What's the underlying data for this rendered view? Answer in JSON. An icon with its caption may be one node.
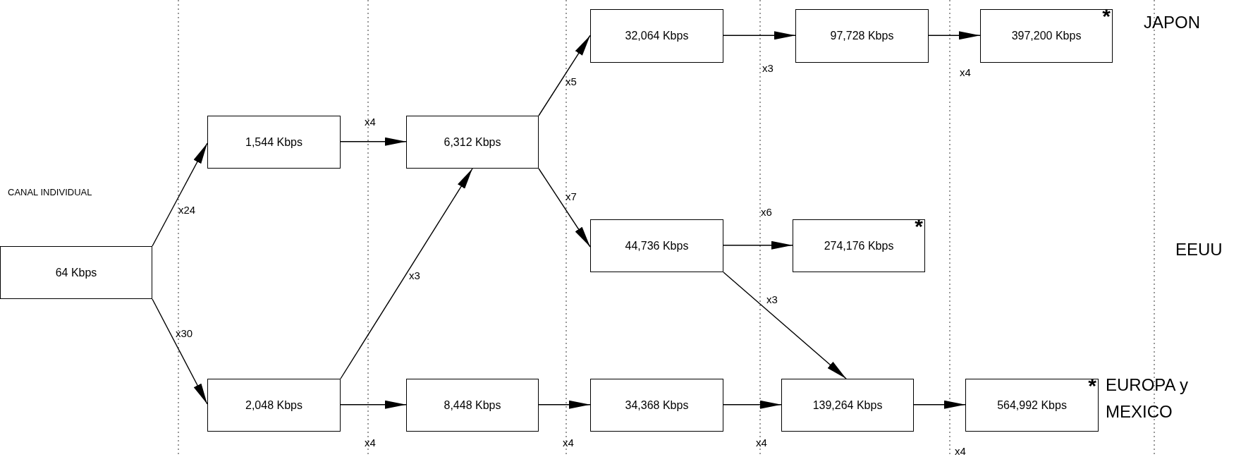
{
  "diagram": {
    "nodes": [
      {
        "text": [
          "64 Kbps"
        ]
      },
      {
        "text": [
          "1,544 Kbps"
        ]
      },
      {
        "text": [
          "6,312 Kbps"
        ]
      },
      {
        "text": [
          "2,048 Kbps"
        ]
      },
      {
        "text": [
          "8,448 Kbps"
        ]
      },
      {
        "text": [
          "34,368 Kbps"
        ]
      },
      {
        "text": [
          "139,264 Kbps"
        ]
      },
      {
        "text": [
          "564,992 Kbps",
          "*"
        ]
      },
      {
        "text": [
          "32,064 Kbps"
        ]
      },
      {
        "text": [
          "97,728 Kbps"
        ]
      },
      {
        "text": [
          "397,200 Kbps",
          "*"
        ]
      },
      {
        "text": [
          "44,736 Kbps"
        ]
      },
      {
        "text": [
          "274,176 Kbps",
          "*"
        ]
      }
    ],
    "edges": [
      {
        "from": 0,
        "to": 1,
        "arrow": "to",
        "label": "x24"
      },
      {
        "from": 0,
        "to": 3,
        "arrow": "to",
        "label": "x30"
      },
      {
        "from": 1,
        "to": 2,
        "arrow": "to",
        "label": "x4"
      },
      {
        "from": 3,
        "to": 2,
        "arrow": "to",
        "label": "x3"
      },
      {
        "from": 3,
        "to": 4,
        "arrow": "to",
        "label": "x4"
      },
      {
        "from": 2,
        "to": 8,
        "arrow": "to",
        "label": "x5"
      },
      {
        "from": 2,
        "to": 11,
        "arrow": "to",
        "label": "x7"
      },
      {
        "from": 8,
        "to": 9,
        "arrow": "to",
        "label": "x3"
      },
      {
        "from": 9,
        "to": 10,
        "arrow": "to",
        "label": "x4"
      },
      {
        "from": 11,
        "to": 12,
        "arrow": "to",
        "label": "x6"
      },
      {
        "from": 11,
        "to": 6,
        "arrow": "to",
        "label": "x3"
      },
      {
        "from": 4,
        "to": 5,
        "arrow": "to",
        "label": "x4"
      },
      {
        "from": 5,
        "to": 6,
        "arrow": "to",
        "label": "x4"
      },
      {
        "from": 6,
        "to": 7,
        "arrow": "to",
        "label": "x4"
      }
    ],
    "labels": [
      "CANAL INDIVIDUAL",
      "JAPON",
      "EEUU",
      "EUROPA y MEXICO"
    ]
  }
}
